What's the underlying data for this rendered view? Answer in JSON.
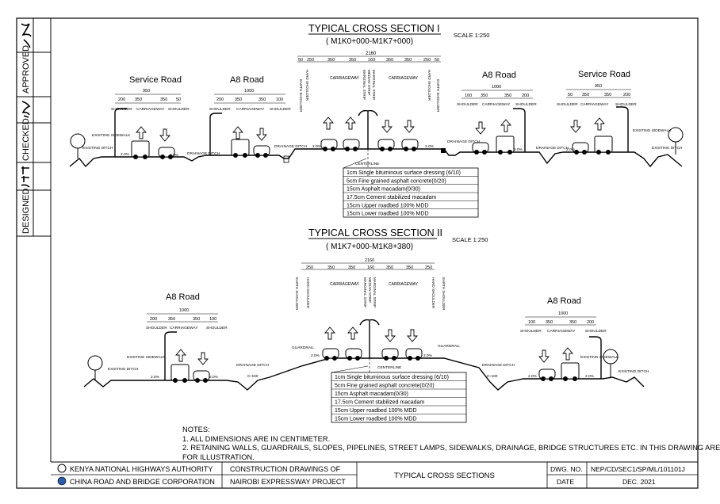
{
  "side_panel": {
    "approved": "APPROVED",
    "checked": "CHECKED",
    "designed": "DESIGNED"
  },
  "section1": {
    "title": "TYPICAL CROSS SECTION  I",
    "range": "( M1K0+000-M1K7+000)",
    "scale": "SCALE 1:250",
    "total": "2160",
    "top_dims": [
      "50",
      "250",
      "350",
      "350",
      "160",
      "350",
      "350",
      "250",
      "50"
    ],
    "service_road_left": "Service Road",
    "a8_left": "A8 Road",
    "a8_right": "A8 Road",
    "service_road_right": "Service Road",
    "sr_width": "950",
    "a8_width": "1000",
    "sr_dims": [
      "200",
      "350",
      "350",
      "50"
    ],
    "a8_dims": [
      "200",
      "350",
      "350",
      "100"
    ],
    "a8r_dims": [
      "100",
      "350",
      "350",
      "200"
    ],
    "srr_dims": [
      "50",
      "350",
      "350",
      "200"
    ],
    "shoulder": "SHOULDER",
    "carriageway": "CARRIAGEWAY",
    "hard_shoulder": "HARD SHOULDER",
    "earth_shoulder": "EARTH SHOULDER",
    "marginal_strip": "MARGINAL STRIP",
    "median_strip": "MEDIAN STRIP",
    "drainage_ditch": "DRAINAGE DITCH",
    "existing_ditch": "EXISTING DITCH",
    "existing_sidewalk": "EXISTING SIDEWALK",
    "centerline": "CENTERLINE",
    "slope": "2.0%",
    "layers": [
      "1cm  Single bituminous surface dressing (6/10)",
      "5cm  Fine grained asphalt concrete(0/20)",
      "15cm  Asphalt macadam(0/30)",
      "17.5cm  Cement stabilized macadam",
      "15cm  Upper roadbed 100% MDD",
      "15cm  Lower roadbed 100% MDD"
    ]
  },
  "section2": {
    "title": "TYPICAL CROSS SECTION II",
    "range": "( M1K7+000-M1K8+380)",
    "scale": "SCALE 1:250",
    "total": "2160",
    "top_dims": [
      "250",
      "350",
      "350",
      "160",
      "350",
      "350",
      "250"
    ],
    "a8_left": "A8 Road",
    "a8_right": "A8 Road",
    "a8_width": "1000",
    "a8_dims": [
      "200",
      "350",
      "350",
      "100"
    ],
    "a8r_dims": [
      "100",
      "350",
      "350",
      "200"
    ],
    "guardrail": "GUARDRAIL",
    "drainage_ditch": "DRAINAGE DITCH",
    "ditch_depth": "0~100",
    "layers": [
      "1cm  Single bituminous surface dressing (6/10)",
      "5cm  Fine grained asphalt concrete(0/20)",
      "15cm  Asphalt macadam(0/30)",
      "17.5cm  Cement stabilized macadam",
      "15cm  Upper roadbed 100% MDD",
      "15cm  Lower roadbed 100% MDD"
    ]
  },
  "notes": {
    "heading": "NOTES:",
    "items": [
      "1. ALL DIMENSIONS ARE IN CENTIMETER.",
      "2. RETAINING WALLS, GUARDRAILS, SLOPES, PIPELINES, STREET LAMPS, SIDEWALKS, DRAINAGE, BRIDGE STRUCTURES ETC. IN THIS DRAWING ARE",
      "FOR ILLUSTRATION."
    ]
  },
  "title_block": {
    "authority": "KENYA NATIONAL HIGHWAYS AUTHORITY",
    "contractor": "CHINA ROAD AND BRIDGE CORPORATION",
    "project_line1": "CONSTRUCTION DRAWINGS OF",
    "project_line2": "NAIROBI EXPRESSWAY PROJECT",
    "drawing_title": "TYPICAL CROSS SECTIONS",
    "dwg_no_label": "DWG. NO.",
    "dwg_no": "NEP/CD/SEC1/SP/ML/101101J",
    "date_label": "DATE",
    "date": "DEC. 2021"
  }
}
